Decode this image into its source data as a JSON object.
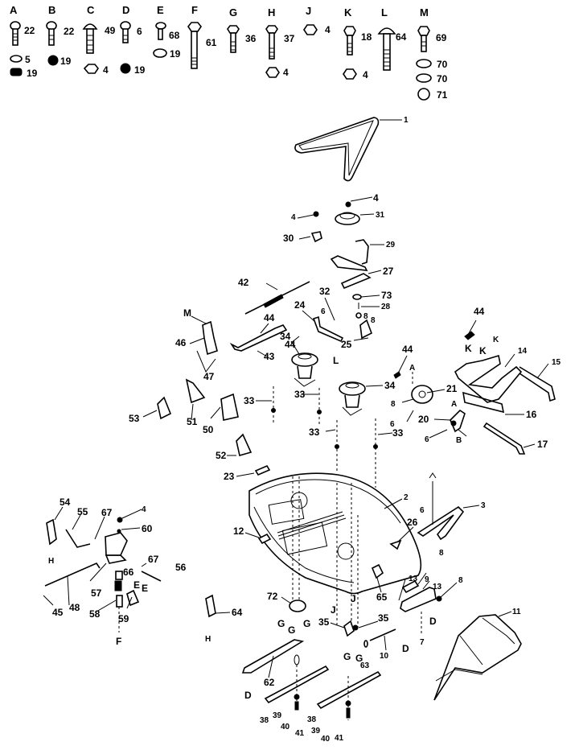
{
  "diagram": {
    "type": "exploded-parts-diagram",
    "subject": "mower deck assembly",
    "hardware_key": [
      {
        "letter": "A",
        "items": [
          {
            "part": "22",
            "kind": "carriage-bolt"
          },
          {
            "part": "5",
            "kind": "washer"
          },
          {
            "part": "19",
            "kind": "nut"
          }
        ]
      },
      {
        "letter": "B",
        "items": [
          {
            "part": "22",
            "kind": "carriage-bolt"
          },
          {
            "part": "19",
            "kind": "nut"
          }
        ]
      },
      {
        "letter": "C",
        "items": [
          {
            "part": "49",
            "kind": "carriage-bolt"
          },
          {
            "part": "4",
            "kind": "hex-nut"
          }
        ]
      },
      {
        "letter": "D",
        "items": [
          {
            "part": "6",
            "kind": "carriage-bolt"
          },
          {
            "part": "19",
            "kind": "nut"
          }
        ]
      },
      {
        "letter": "E",
        "items": [
          {
            "part": "68",
            "kind": "carriage-bolt"
          },
          {
            "part": "19",
            "kind": "flange-nut"
          }
        ]
      },
      {
        "letter": "F",
        "items": [
          {
            "part": "61",
            "kind": "hex-bolt-long"
          }
        ]
      },
      {
        "letter": "G",
        "items": [
          {
            "part": "36",
            "kind": "hex-bolt"
          }
        ]
      },
      {
        "letter": "H",
        "items": [
          {
            "part": "37",
            "kind": "hex-bolt"
          },
          {
            "part": "4",
            "kind": "hex-nut"
          }
        ]
      },
      {
        "letter": "J",
        "items": [
          {
            "part": "4",
            "kind": "hex-nut"
          }
        ]
      },
      {
        "letter": "K",
        "items": [
          {
            "part": "18",
            "kind": "hex-bolt"
          },
          {
            "part": "4",
            "kind": "hex-nut"
          }
        ]
      },
      {
        "letter": "L",
        "items": [
          {
            "part": "64",
            "kind": "carriage-bolt-long"
          }
        ]
      },
      {
        "letter": "M",
        "items": [
          {
            "part": "69",
            "kind": "hex-bolt"
          },
          {
            "part": "70",
            "kind": "washer"
          },
          {
            "part": "70",
            "kind": "washer"
          },
          {
            "part": "71",
            "kind": "nut"
          }
        ]
      }
    ],
    "callouts": [
      {
        "id": "1",
        "desc": "V-belt"
      },
      {
        "id": "2",
        "desc": "mower deck housing"
      },
      {
        "id": "3",
        "desc": "bracket"
      },
      {
        "id": "4",
        "desc": "nut"
      },
      {
        "id": "6",
        "desc": "bolt"
      },
      {
        "id": "7",
        "desc": "bracket arm"
      },
      {
        "id": "8",
        "desc": "nut"
      },
      {
        "id": "9",
        "desc": "spring"
      },
      {
        "id": "10",
        "desc": "pin"
      },
      {
        "id": "11",
        "desc": "discharge chute"
      },
      {
        "id": "12",
        "desc": "decal"
      },
      {
        "id": "13",
        "desc": "clip"
      },
      {
        "id": "14",
        "desc": "hanger bracket"
      },
      {
        "id": "15",
        "desc": "link rod"
      },
      {
        "id": "16",
        "desc": "support bar"
      },
      {
        "id": "17",
        "desc": "rod"
      },
      {
        "id": "20",
        "desc": "idler bracket"
      },
      {
        "id": "21",
        "desc": "pulley"
      },
      {
        "id": "23",
        "desc": "decal"
      },
      {
        "id": "24",
        "desc": "arm"
      },
      {
        "id": "25",
        "desc": "bracket"
      },
      {
        "id": "26",
        "desc": "decal"
      },
      {
        "id": "27",
        "desc": "idler arm"
      },
      {
        "id": "28",
        "desc": "bolt"
      },
      {
        "id": "29",
        "desc": "bracket"
      },
      {
        "id": "30",
        "desc": "idler"
      },
      {
        "id": "31",
        "desc": "pulley"
      },
      {
        "id": "32",
        "desc": "pin"
      },
      {
        "id": "33",
        "desc": "blade spindle bolt"
      },
      {
        "id": "34",
        "desc": "spindle pulley"
      },
      {
        "id": "35",
        "desc": "bracket"
      },
      {
        "id": "38",
        "desc": "blade"
      },
      {
        "id": "39",
        "desc": "blade adapter"
      },
      {
        "id": "40",
        "desc": "washer"
      },
      {
        "id": "41",
        "desc": "blade bolt"
      },
      {
        "id": "42",
        "desc": "spring"
      },
      {
        "id": "43",
        "desc": "lever"
      },
      {
        "id": "44",
        "desc": "cotter pin"
      },
      {
        "id": "45",
        "desc": "pin"
      },
      {
        "id": "46",
        "desc": "bracket"
      },
      {
        "id": "47",
        "desc": "pin"
      },
      {
        "id": "48",
        "desc": "rod"
      },
      {
        "id": "50",
        "desc": "bracket"
      },
      {
        "id": "51",
        "desc": "bracket"
      },
      {
        "id": "52",
        "desc": "bracket"
      },
      {
        "id": "53",
        "desc": "bracket"
      },
      {
        "id": "54",
        "desc": "bracket"
      },
      {
        "id": "55",
        "desc": "rod"
      },
      {
        "id": "56",
        "desc": "rod"
      },
      {
        "id": "57",
        "desc": "cover"
      },
      {
        "id": "58",
        "desc": "spacer"
      },
      {
        "id": "59",
        "desc": "bracket"
      },
      {
        "id": "60",
        "desc": "washer"
      },
      {
        "id": "62",
        "desc": "stabilizer"
      },
      {
        "id": "63",
        "desc": "pin"
      },
      {
        "id": "64",
        "desc": "bracket"
      },
      {
        "id": "65",
        "desc": "decal"
      },
      {
        "id": "66",
        "desc": "spacer"
      },
      {
        "id": "67",
        "desc": "clip"
      },
      {
        "id": "72",
        "desc": "bearing"
      },
      {
        "id": "73",
        "desc": "washer"
      }
    ]
  }
}
